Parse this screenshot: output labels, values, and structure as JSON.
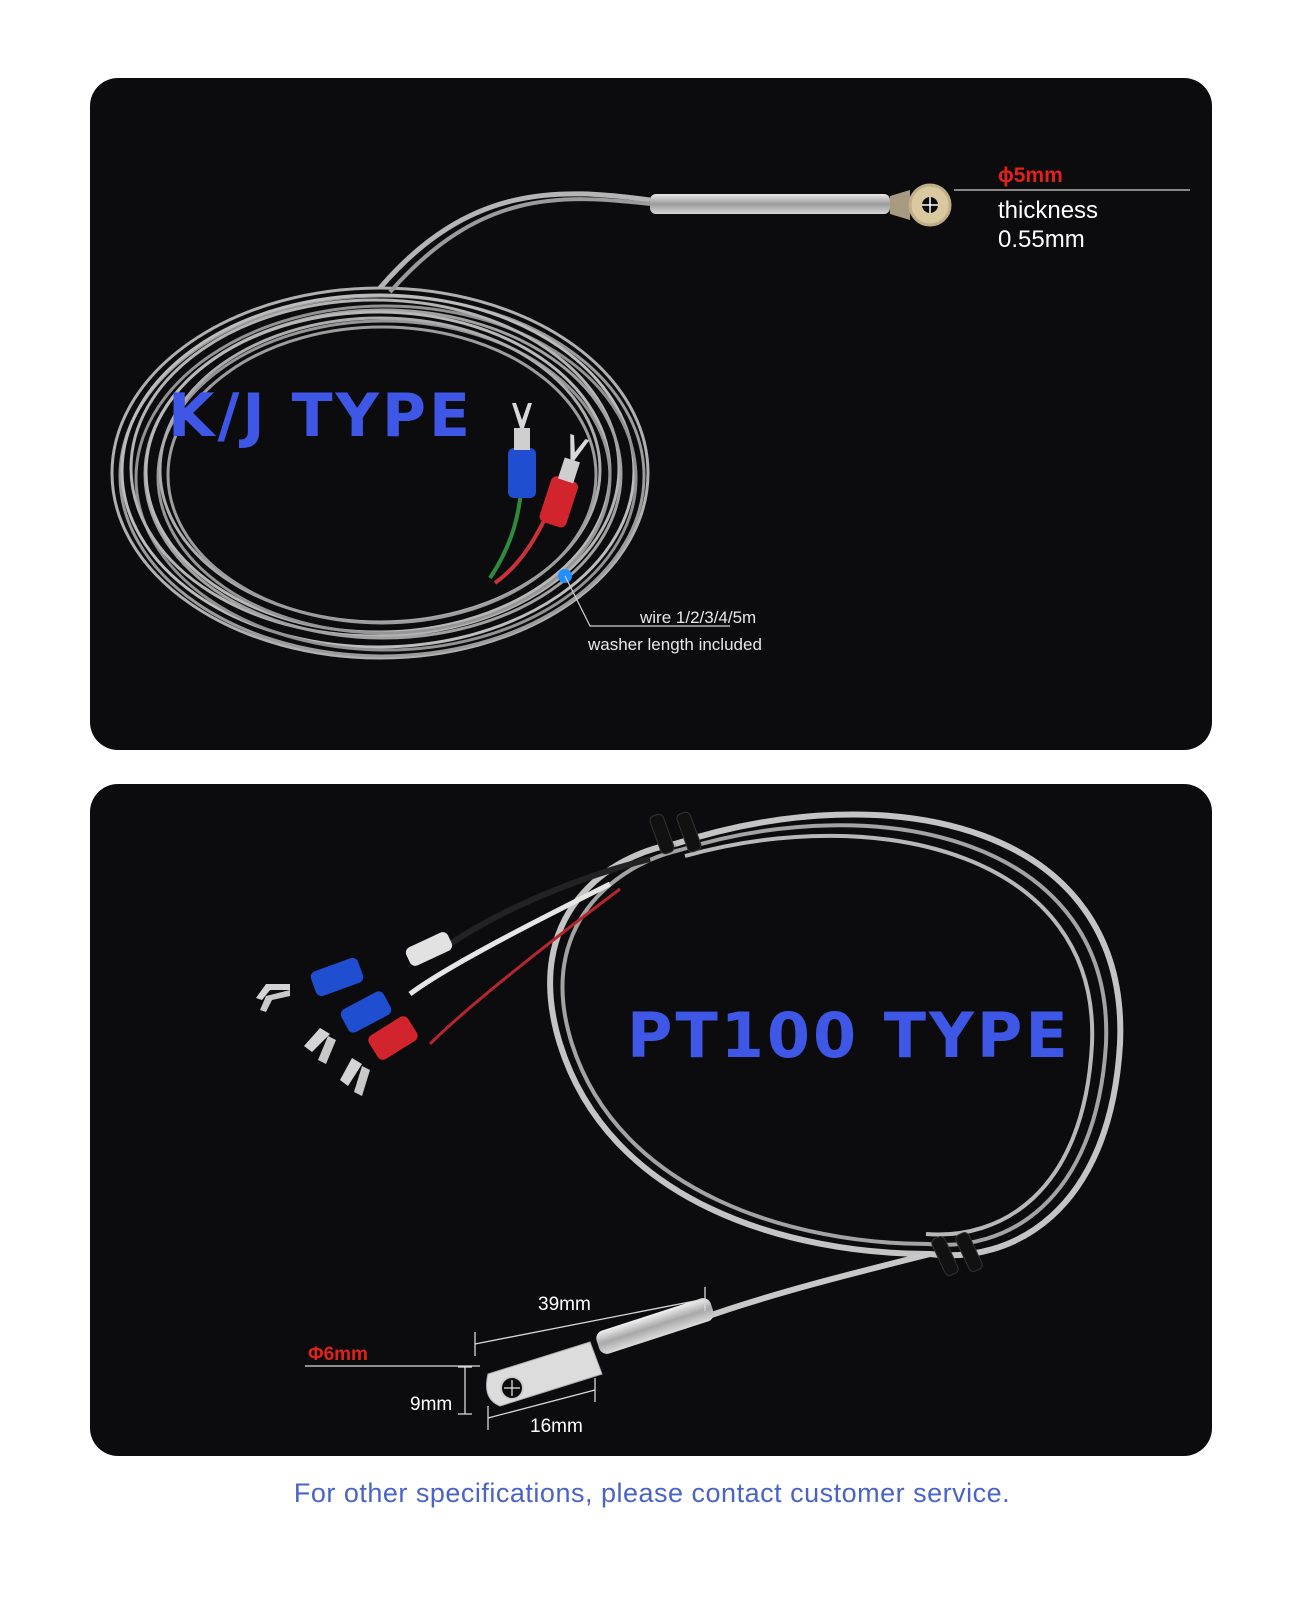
{
  "kj_panel": {
    "title": "K/J TYPE",
    "diameter": "ϕ5mm",
    "thickness_line1": "thickness",
    "thickness_line2": "0.55mm",
    "wire_label": "wire 1/2/3/4/5m",
    "washer_label": "washer length included"
  },
  "pt_panel": {
    "title": "PT100 TYPE",
    "diameter": "Φ6mm",
    "length": "39mm",
    "width": "9mm",
    "lug_length": "16mm"
  },
  "footer": {
    "note": "For other specifications, please contact customer service."
  },
  "colors": {
    "panel_bg": "#0c0c0e",
    "title_blue": "#3f57e6",
    "spec_red": "#e0221c",
    "footer_blue": "#4a63c9"
  }
}
